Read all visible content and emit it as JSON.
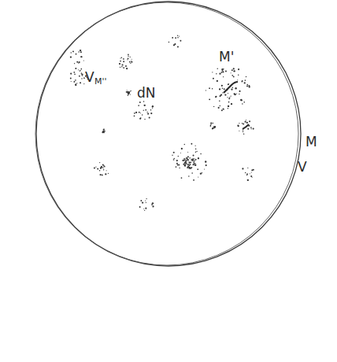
{
  "diagram": {
    "labels": [
      "M'",
      "V",
      "M''",
      "dN",
      "M",
      "V"
    ]
  }
}
